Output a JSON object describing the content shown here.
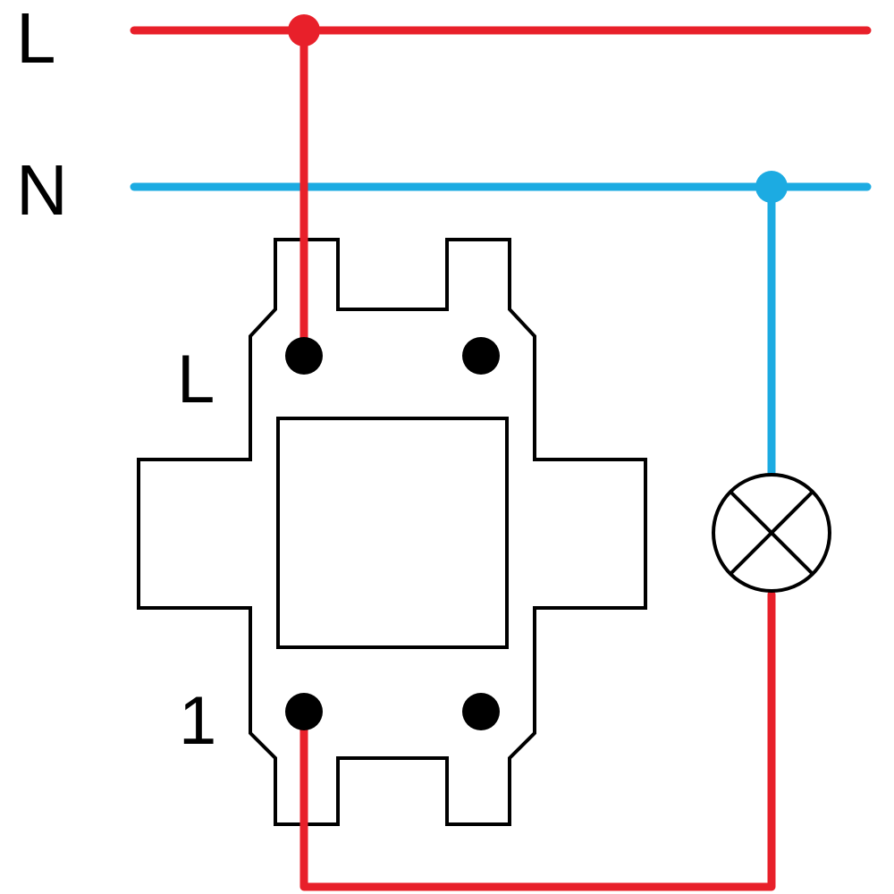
{
  "labels": {
    "line_bus": "L",
    "neutral_bus": "N",
    "switch_input": "L",
    "switch_output": "1"
  },
  "colors": {
    "line": "#e8202a",
    "neutral": "#1cabe2",
    "outline": "#000000",
    "terminal": "#000000"
  },
  "icons": {
    "lamp": "lamp-symbol-icon"
  }
}
